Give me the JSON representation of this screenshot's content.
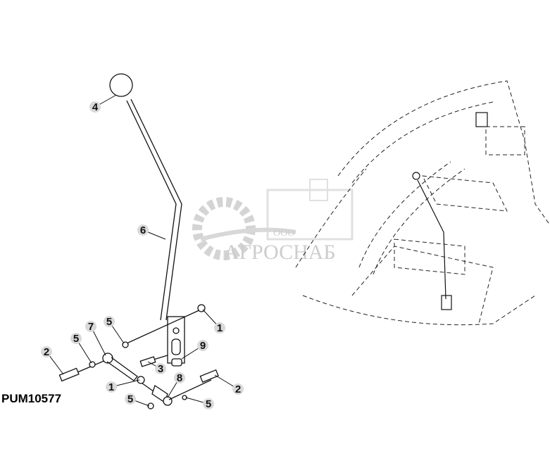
{
  "figure_id": "PUM10577",
  "watermark": {
    "prefix": "ООО",
    "name": "АГРОСНАБ"
  },
  "callouts": [
    "4",
    "6",
    "5",
    "1",
    "7",
    "5",
    "2",
    "9",
    "3",
    "8",
    "1",
    "2",
    "5",
    "5"
  ],
  "colors": {
    "line": "#111111",
    "callout_fill": "#d9d9d9",
    "watermark": "#c8c8c8"
  }
}
